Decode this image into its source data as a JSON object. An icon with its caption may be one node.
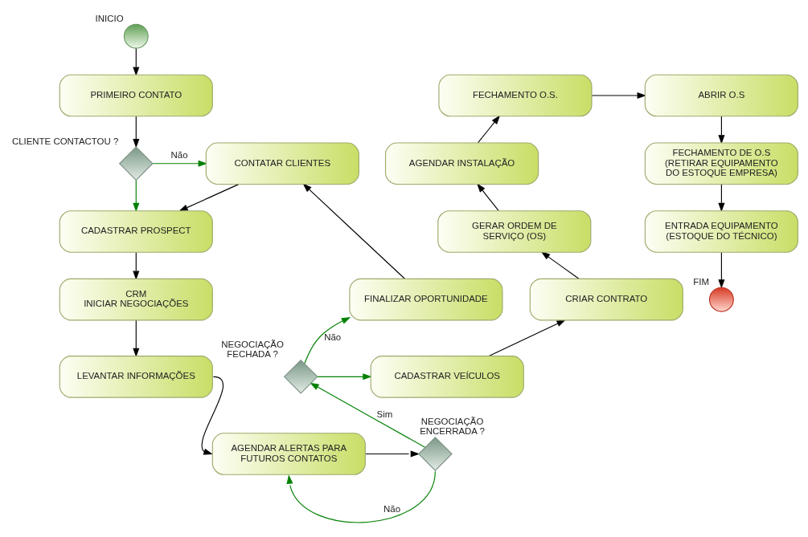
{
  "diagram": {
    "nodes": [
      {
        "text": [],
        "shape": "circle",
        "beside": [
          "INICIO"
        ]
      },
      {
        "text": [
          "PRIMEIRO CONTATO"
        ]
      },
      {
        "text": [],
        "shape": "diamond",
        "beside": [
          "CLIENTE CONTACTOU ?"
        ]
      },
      {
        "text": [
          "CONTATAR CLIENTES"
        ]
      },
      {
        "text": [
          "CADASTRAR PROSPECT"
        ]
      },
      {
        "text": [
          "CRM",
          "INICIAR NEGOCIAÇÕES"
        ]
      },
      {
        "text": [
          "LEVANTAR INFORMAÇÕES"
        ]
      },
      {
        "text": [
          "AGENDAR ALERTAS PARA FUTUROS CONTATOS"
        ]
      },
      {
        "text": [],
        "shape": "diamond",
        "beside": [
          "NEGOCIAÇÃO ENCERRADA ?"
        ]
      },
      {
        "text": [],
        "shape": "diamond",
        "beside": [
          "NEGOCIAÇÃO FECHADA ?"
        ]
      },
      {
        "text": [
          "FINALIZAR OPORTUNIDADE"
        ]
      },
      {
        "text": [
          "CADASTRAR VEÍCULOS"
        ]
      },
      {
        "text": [
          "CRIAR CONTRATO"
        ]
      },
      {
        "text": [
          "GERAR ORDEM DE SERVIÇO (OS)"
        ]
      },
      {
        "text": [
          "AGENDAR INSTALAÇÃO"
        ]
      },
      {
        "text": [
          "FECHAMENTO O.S."
        ]
      },
      {
        "text": [
          "ABRIR O.S"
        ]
      },
      {
        "text": [
          "FECHAMENTO DE O.S (RETIRAR EQUIPAMENTO DO ESTOQUE EMPRESA)"
        ]
      },
      {
        "text": [
          "ENTRADA EQUIPAMENTO (ESTOQUE DO TÉCNICO)"
        ]
      },
      {
        "text": [],
        "shape": "circle",
        "beside": [
          "FIM"
        ]
      }
    ],
    "edges": [
      {
        "from": 0,
        "to": 1,
        "arrow": "to"
      },
      {
        "from": 1,
        "to": 2,
        "arrow": "to"
      },
      {
        "from": 2,
        "to": 3,
        "arrow": "to",
        "label": "Não",
        "color": "#008000"
      },
      {
        "from": 2,
        "to": 4,
        "arrow": "to",
        "color": "#008000"
      },
      {
        "from": 3,
        "to": 4,
        "arrow": "to"
      },
      {
        "from": 4,
        "to": 5,
        "arrow": "to"
      },
      {
        "from": 5,
        "to": 6,
        "arrow": "to"
      },
      {
        "from": 6,
        "to": 7,
        "arrow": "to"
      },
      {
        "from": 7,
        "to": 8,
        "arrow": "to"
      },
      {
        "from": 8,
        "to": 9,
        "arrow": "to",
        "label": "Sim",
        "color": "#008000"
      },
      {
        "from": 8,
        "to": 7,
        "arrow": "to",
        "label": "Não",
        "color": "#008000"
      },
      {
        "from": 9,
        "to": 10,
        "arrow": "to",
        "label": "Não",
        "color": "#008000"
      },
      {
        "from": 9,
        "to": 11,
        "arrow": "to",
        "color": "#008000"
      },
      {
        "from": 10,
        "to": 3,
        "arrow": "to"
      },
      {
        "from": 11,
        "to": 12,
        "arrow": "to"
      },
      {
        "from": 12,
        "to": 13,
        "arrow": "to"
      },
      {
        "from": 13,
        "to": 14,
        "arrow": "to"
      },
      {
        "from": 14,
        "to": 15,
        "arrow": "to"
      },
      {
        "from": 15,
        "to": 16,
        "arrow": "to"
      },
      {
        "from": 16,
        "to": 17,
        "arrow": "to"
      },
      {
        "from": 17,
        "to": 18,
        "arrow": "to"
      },
      {
        "from": 18,
        "to": 19,
        "arrow": "to"
      }
    ]
  }
}
